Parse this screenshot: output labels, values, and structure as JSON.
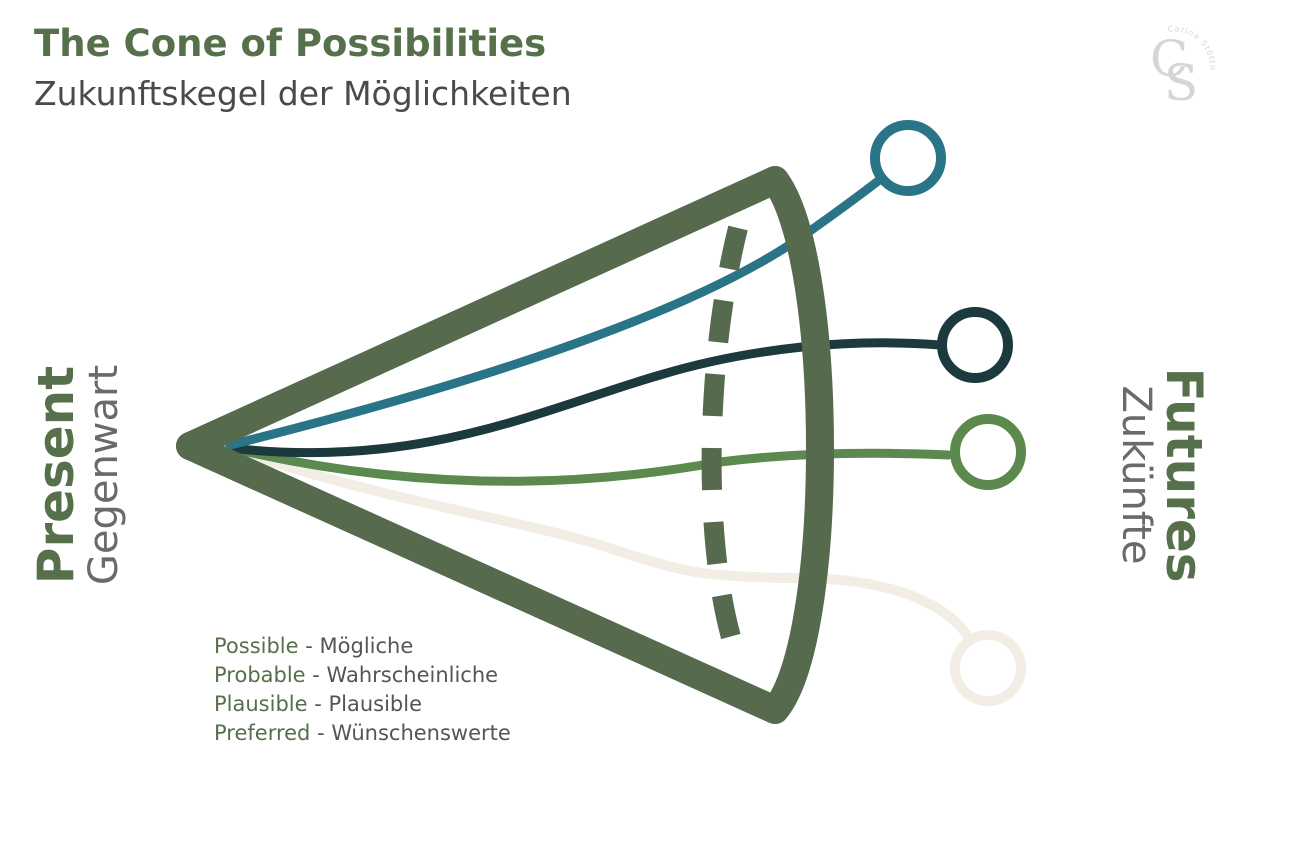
{
  "header": {
    "title": "The Cone of Possibilities",
    "subtitle": "Zukunftskegel der Möglichkeiten"
  },
  "logo": {
    "monogram": "CS",
    "name": "Carina Stöttner"
  },
  "present": {
    "label": "Present",
    "label_de": "Gegenwart"
  },
  "futures": {
    "label": "Futures",
    "label_de": "Zukünfte"
  },
  "legend": [
    {
      "en": "Possible",
      "sep": " - ",
      "de": "Mögliche",
      "color": "#2a7488"
    },
    {
      "en": "Probable",
      "sep": " - ",
      "de": "Wahrscheinliche",
      "color": "#1c3a3d"
    },
    {
      "en": "Plausible",
      "sep": " - ",
      "de": "Plausible",
      "color": "#5c8a4e"
    },
    {
      "en": "Preferred",
      "sep": " - ",
      "de": "Wünschenswerte",
      "color": "#f2eee6"
    }
  ],
  "colors": {
    "cone": "#566b4e",
    "title": "#55704a",
    "possible": "#2a7488",
    "probable": "#1c3a3d",
    "plausible": "#5c8a4e",
    "preferred": "#f2eee6",
    "logo": "#d6d6d6"
  }
}
